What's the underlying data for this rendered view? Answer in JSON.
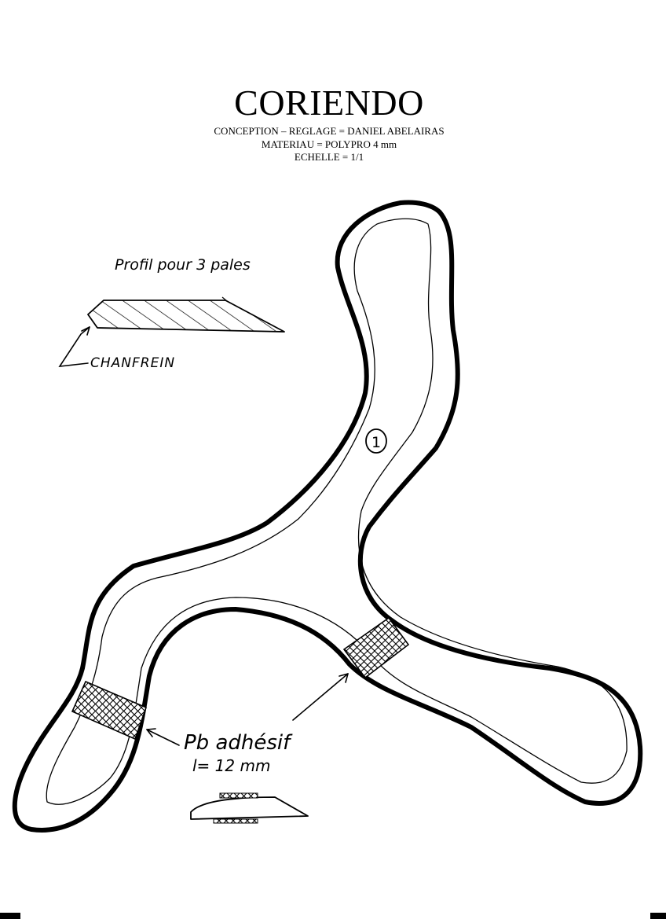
{
  "header": {
    "title": "CORIENDO",
    "line1": "CONCEPTION – REGLAGE = DANIEL ABELAIRAS",
    "line2": "MATERIAU = POLYPRO  4 mm",
    "line3": "ECHELLE = 1/1"
  },
  "profile": {
    "title": "Profil pour 3 pales",
    "chamfer_label": "CHANFREIN"
  },
  "boomerang": {
    "blade_number": "1"
  },
  "weights": {
    "label": "Pb adhésif",
    "width_label": "l= 12 mm"
  }
}
